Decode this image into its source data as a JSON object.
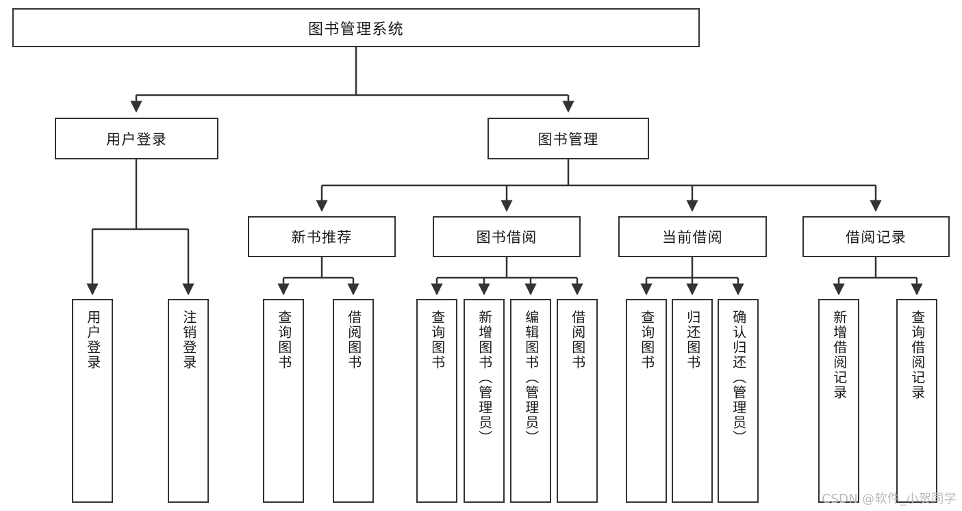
{
  "diagram": {
    "type": "tree-hierarchy",
    "title": "图书管理系统",
    "orientation": "top-down",
    "colors": {
      "background": "#ffffff",
      "box_border": "#333333",
      "box_fill": "#ffffff",
      "text": "#1a1a1a",
      "connector": "#333333",
      "watermark": "#b9b9b9"
    },
    "root": {
      "label": "图书管理系统"
    },
    "level2": [
      {
        "id": "user-login",
        "label": "用户登录"
      },
      {
        "id": "book-manage",
        "label": "图书管理"
      }
    ],
    "level3": [
      {
        "id": "new-book-recommend",
        "label": "新书推荐",
        "parent": "book-manage"
      },
      {
        "id": "book-borrow",
        "label": "图书借阅",
        "parent": "book-manage"
      },
      {
        "id": "current-borrow",
        "label": "当前借阅",
        "parent": "book-manage"
      },
      {
        "id": "borrow-record",
        "label": "借阅记录",
        "parent": "book-manage"
      }
    ],
    "leaves": {
      "user-login": [
        {
          "id": "leaf-user-login",
          "label": "用户登录"
        },
        {
          "id": "leaf-logout",
          "label": "注销登录"
        }
      ],
      "new-book-recommend": [
        {
          "id": "leaf-query-book-1",
          "label": "查询图书"
        },
        {
          "id": "leaf-borrow-book-1",
          "label": "借阅图书"
        }
      ],
      "book-borrow": [
        {
          "id": "leaf-query-book-2",
          "label": "查询图书"
        },
        {
          "id": "leaf-add-book",
          "label": "新增图书（管理员）"
        },
        {
          "id": "leaf-edit-book",
          "label": "编辑图书（管理员）"
        },
        {
          "id": "leaf-borrow-book-2",
          "label": "借阅图书"
        }
      ],
      "current-borrow": [
        {
          "id": "leaf-query-book-3",
          "label": "查询图书"
        },
        {
          "id": "leaf-return-book",
          "label": "归还图书"
        },
        {
          "id": "leaf-confirm-return",
          "label": "确认归还（管理员）"
        }
      ],
      "borrow-record": [
        {
          "id": "leaf-add-record",
          "label": "新增借阅记录"
        },
        {
          "id": "leaf-query-record",
          "label": "查询借阅记录"
        }
      ]
    }
  },
  "watermark": {
    "text": "CSDN @软件_小贺同学"
  }
}
